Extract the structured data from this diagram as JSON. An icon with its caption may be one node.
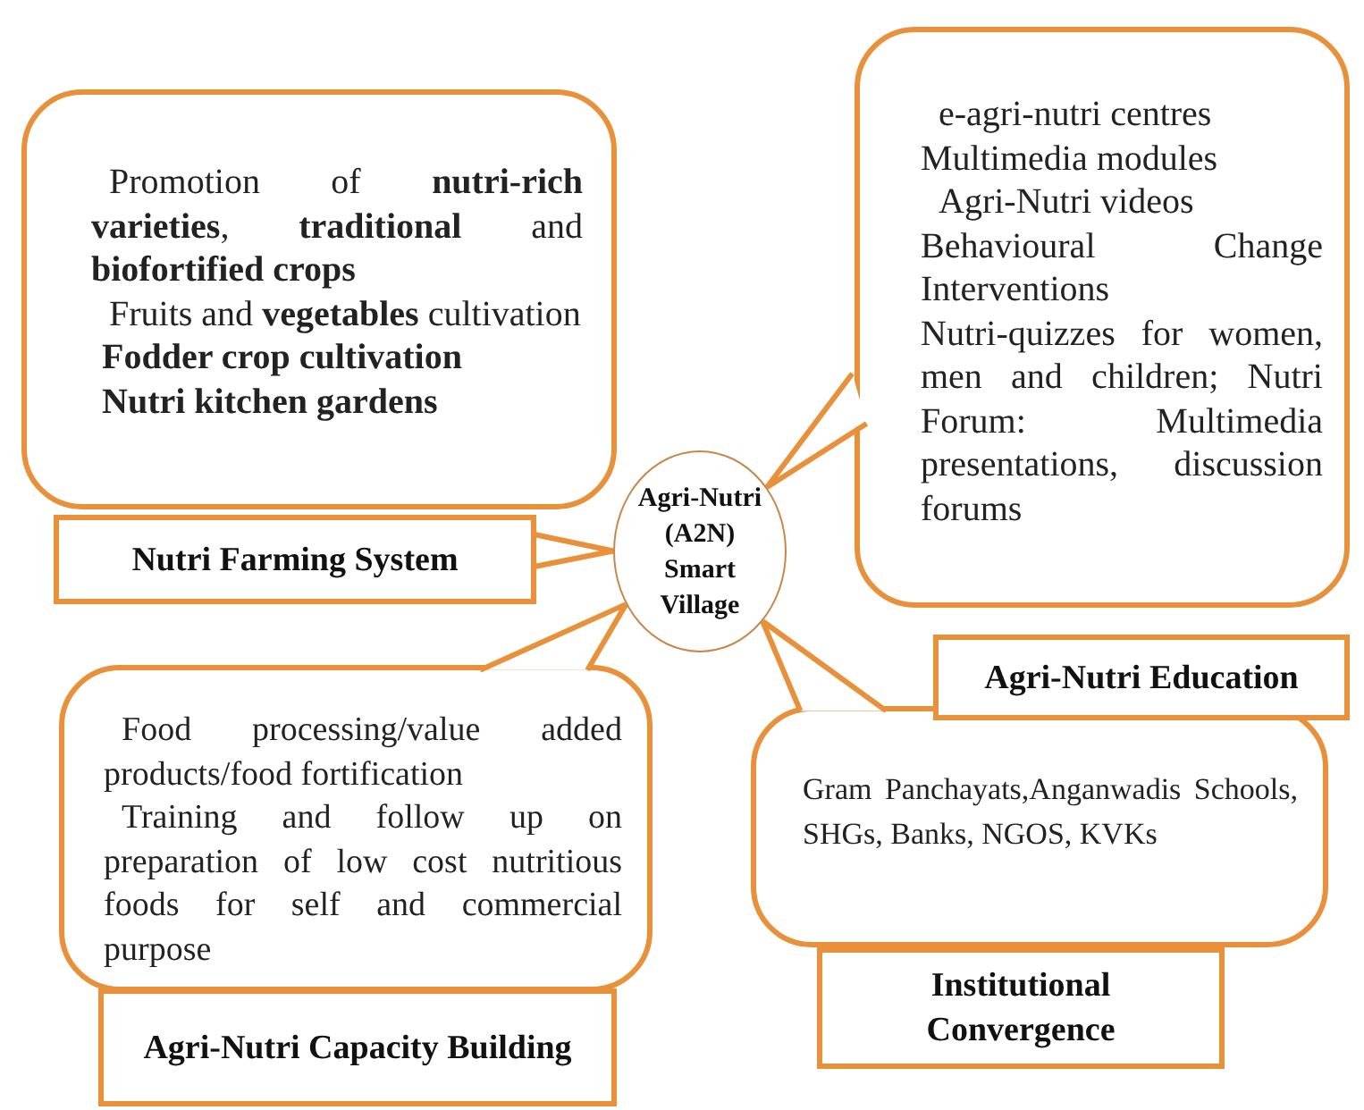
{
  "diagram": {
    "nodes": [
      {
        "text": [
          "Promotion of **nutri-rich varieties**, **traditional** and **biofortified crops**",
          "Fruits and **vegetables** cultivation",
          "Fodder crop cultivation",
          "Nutri kitchen gardens"
        ]
      },
      {
        "text": [
          "Nutri Farming System"
        ]
      },
      {
        "text": [
          "e-agri-nutri centres",
          "Multimedia modules",
          "Agri-Nutri videos",
          "Behavioural Change Interventions",
          "Nutri-quizzes for women, men and children; Nutri Forum: Multimedia presentations, discussion forums"
        ]
      },
      {
        "text": [
          "Agri-Nutri (A2N) Smart Village"
        ]
      },
      {
        "text": [
          "Agri-Nutri Education"
        ]
      },
      {
        "text": [
          "Food processing/value added products/food fortification",
          "Training and follow up on preparation of low cost nutritious foods for self and commercial purpose"
        ]
      },
      {
        "text": [
          "Agri-Nutri Capacity Building"
        ]
      },
      {
        "text": [
          "Gram Panchayats,Anganwadis Schools, SHGs, Banks, NGOS, KVKs"
        ]
      },
      {
        "text": [
          "Institutional Convergence"
        ]
      }
    ],
    "edges": [
      {
        "from": 1,
        "to": 3,
        "arrow": "none"
      },
      {
        "from": 2,
        "to": 3,
        "arrow": "none"
      },
      {
        "from": 5,
        "to": 3,
        "arrow": "none"
      },
      {
        "from": 7,
        "to": 3,
        "arrow": "none"
      }
    ]
  }
}
